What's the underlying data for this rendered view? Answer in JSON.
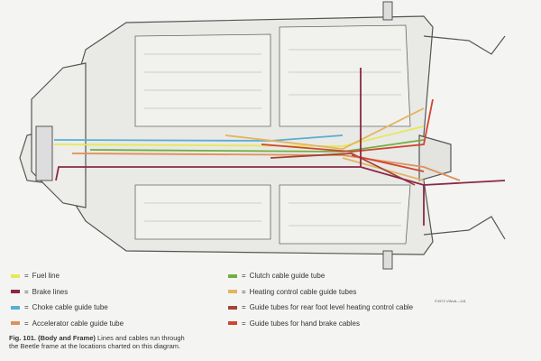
{
  "legend": {
    "left": [
      {
        "label": "Fuel line",
        "color": "#e6e85a"
      },
      {
        "label": "Brake lines",
        "color": "#8a2848"
      },
      {
        "label": "Choke cable guide tube",
        "color": "#5aaed0"
      },
      {
        "label": "Accelerator cable guide tube",
        "color": "#e0905a"
      }
    ],
    "right": [
      {
        "label": "Clutch cable guide tube",
        "color": "#6fb040"
      },
      {
        "label": "Heating control cable guide tubes",
        "color": "#e2b560"
      },
      {
        "label": "Guide tubes for rear foot level heating control cable",
        "color": "#a04535"
      },
      {
        "label": "Guide tubes for hand brake cables",
        "color": "#d0452f"
      }
    ],
    "separator": "="
  },
  "credit": "©1972 VWoA—141",
  "caption": {
    "fig": "Fig. 101.",
    "title": "(Body and Frame)",
    "text": "Lines and cables run through the Beetle frame at the locations charted on this diagram."
  }
}
